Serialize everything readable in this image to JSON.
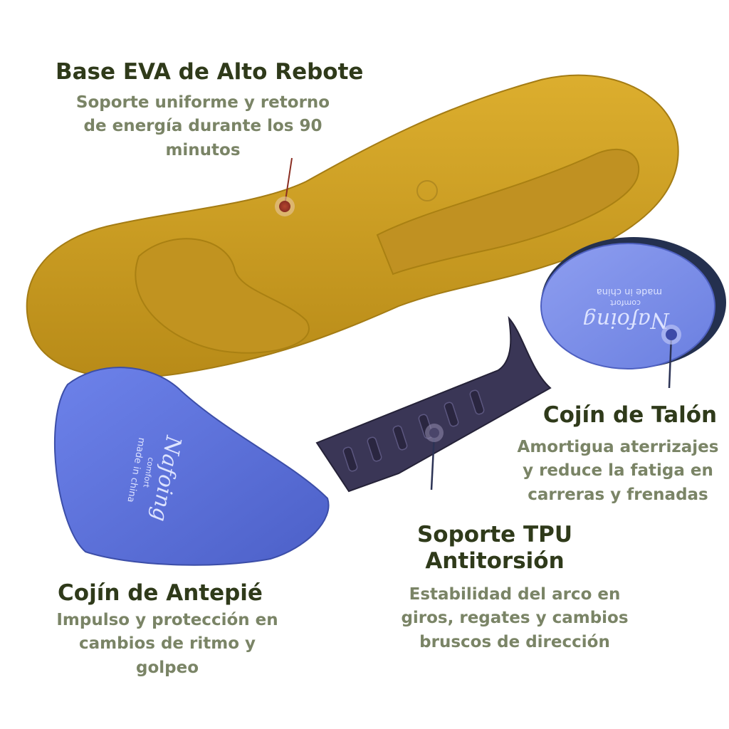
{
  "colors": {
    "heading": "#2f3a1a",
    "body_text": "#7a8466",
    "eva_base": "#cf9f22",
    "blue_pad": "#5a6fd8",
    "tpu_support": "#3a3656",
    "marker_red": "#a0392e",
    "marker_blue": "#3d4aa8"
  },
  "callouts": {
    "base": {
      "title": "Base EVA de Alto Rebote",
      "desc_lines": [
        "Soporte uniforme y retorno",
        "de energía durante los 90",
        "minutos"
      ]
    },
    "talon": {
      "title": "Cojín de Talón",
      "desc_lines": [
        "Amortigua aterrizajes",
        "y reduce la fatiga en",
        "carreras y frenadas"
      ]
    },
    "tpu": {
      "title_lines": [
        "Soporte TPU",
        "Antitorsión"
      ],
      "desc_lines": [
        "Estabilidad del arco en",
        "giros, regates y cambios",
        "bruscos de dirección"
      ]
    },
    "antepie": {
      "title": "Cojín de Antepié",
      "desc_lines": [
        "Impulso y protección en",
        "cambios de ritmo y",
        "golpeo"
      ]
    }
  },
  "pad_print": {
    "brand": "Nafoing",
    "tagline": "comfort",
    "origin": "made in china"
  }
}
